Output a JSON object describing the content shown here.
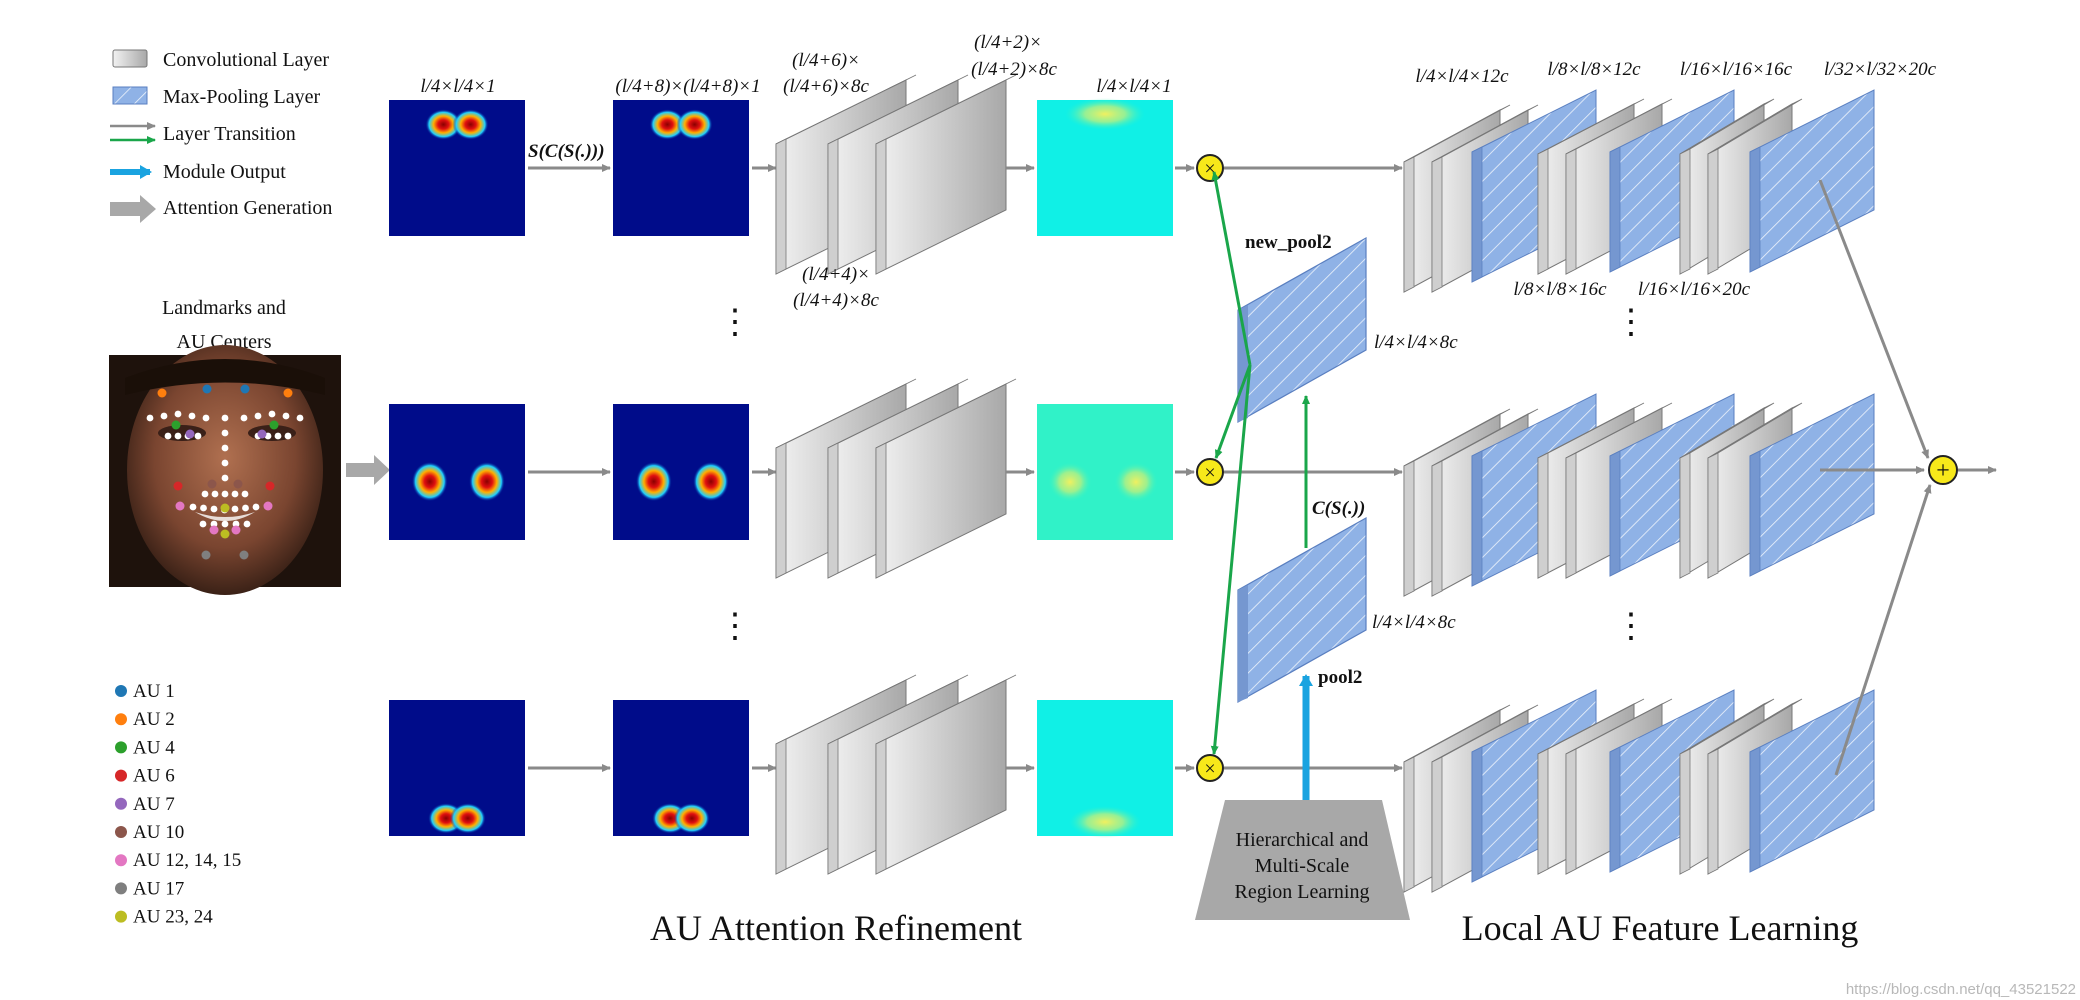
{
  "legend": {
    "conv": "Convolutional Layer",
    "pool": "Max-Pooling Layer",
    "transition": "Layer Transition",
    "output": "Module Output",
    "attention": "Attention Generation"
  },
  "landmarks_title_1": "Landmarks and",
  "landmarks_title_2": "AU Centers",
  "au_legend": [
    {
      "label": "AU 1",
      "color": "#1f77b4"
    },
    {
      "label": "AU 2",
      "color": "#ff7f0e"
    },
    {
      "label": "AU 4",
      "color": "#2ca02c"
    },
    {
      "label": "AU 6",
      "color": "#d62728"
    },
    {
      "label": "AU 7",
      "color": "#9467bd"
    },
    {
      "label": "AU 10",
      "color": "#8c564b"
    },
    {
      "label": "AU 12, 14, 15",
      "color": "#e377c2"
    },
    {
      "label": "AU 17",
      "color": "#7f7f7f"
    },
    {
      "label": "AU 23, 24",
      "color": "#bcbd22"
    }
  ],
  "dims": {
    "input": "l/4×l/4×1",
    "padded": "(l/4+8)×(l/4+8)×1",
    "conv1_a": "(l/4+6)×",
    "conv1_b": "(l/4+6)×8c",
    "conv2_a": "(l/4+4)×",
    "conv2_b": "(l/4+4)×8c",
    "conv3_a": "(l/4+2)×",
    "conv3_b": "(l/4+2)×8c",
    "refined": "l/4×l/4×1",
    "new_pool2_dim": "l/4×l/4×8c",
    "pool2_dim": "l/4×l/4×8c",
    "local_1": "l/4×l/4×12c",
    "local_2": "l/8×l/8×12c",
    "local_3": "l/16×l/16×16c",
    "local_4": "l/32×l/32×20c",
    "local_5": "l/8×l/8×16c",
    "local_6": "l/16×l/16×20c"
  },
  "labels": {
    "scs": "S(C(S(.)))",
    "cs": "C(S(.))",
    "new_pool2": "new_pool2",
    "pool2": "pool2",
    "hmr_1": "Hierarchical and",
    "hmr_2": "Multi-Scale",
    "hmr_3": "Region Learning",
    "vdots": "⋮"
  },
  "section_titles": {
    "refinement": "AU Attention Refinement",
    "local": "Local AU Feature Learning"
  },
  "ops": {
    "multiply": "×",
    "add": "+"
  },
  "watermark": "https://blog.csdn.net/qq_43521522",
  "colors": {
    "navy": "#000c8a",
    "cyan": "#10f0e6",
    "aqua": "#30f2c8",
    "pool_blue": "#8fb2e6",
    "green": "#1aa64a",
    "output_blue": "#1aa3e0",
    "op_yellow": "#f7e81a",
    "arrow_gray": "#8a8a8a"
  }
}
